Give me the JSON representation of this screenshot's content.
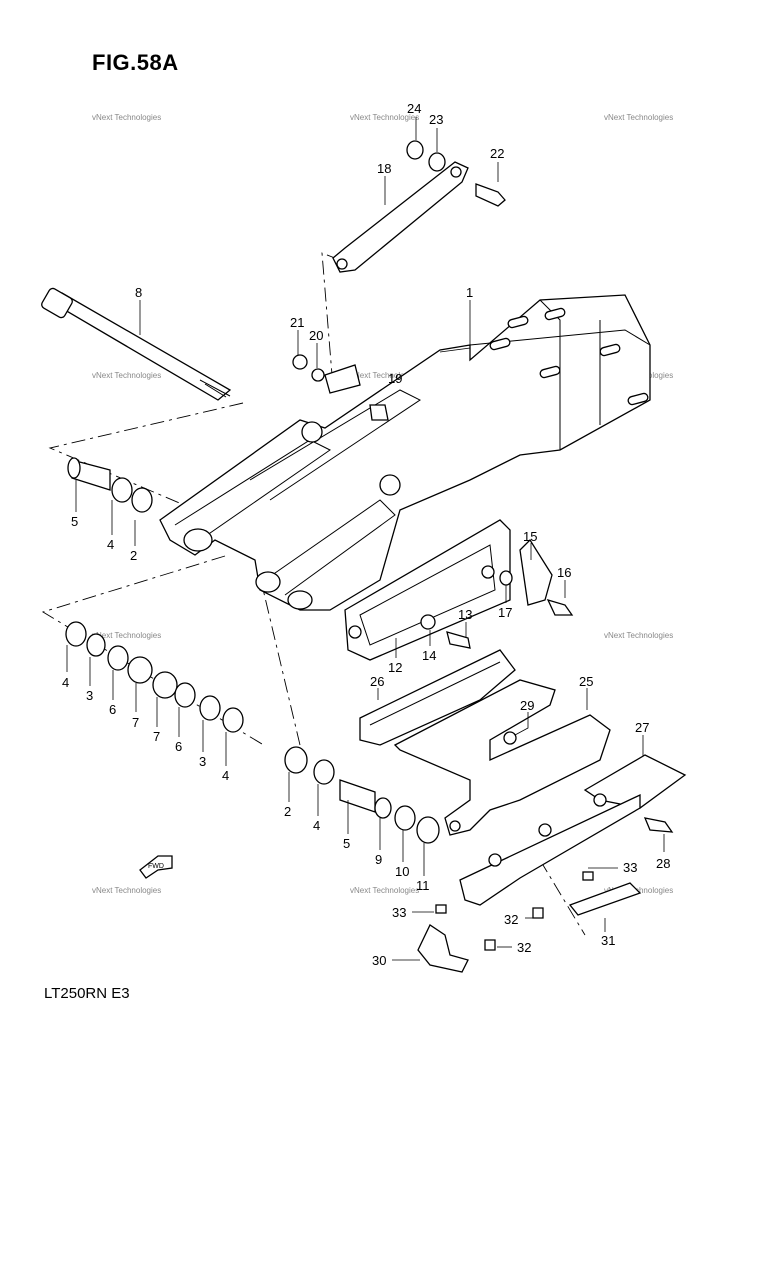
{
  "figure": {
    "title": "FIG.58A",
    "model": "LT250RN  E3",
    "watermark": "vNext Technologies",
    "fwd_label": "FWD"
  },
  "callouts": [
    {
      "id": "c24",
      "text": "24"
    },
    {
      "id": "c23",
      "text": "23"
    },
    {
      "id": "c22",
      "text": "22"
    },
    {
      "id": "c18",
      "text": "18"
    },
    {
      "id": "c8",
      "text": "8"
    },
    {
      "id": "c1",
      "text": "1"
    },
    {
      "id": "c21",
      "text": "21"
    },
    {
      "id": "c20",
      "text": "20"
    },
    {
      "id": "c19",
      "text": "19"
    },
    {
      "id": "c5a",
      "text": "5"
    },
    {
      "id": "c4a",
      "text": "4"
    },
    {
      "id": "c2a",
      "text": "2"
    },
    {
      "id": "c15",
      "text": "15"
    },
    {
      "id": "c16",
      "text": "16"
    },
    {
      "id": "c17",
      "text": "17"
    },
    {
      "id": "c13",
      "text": "13"
    },
    {
      "id": "c14",
      "text": "14"
    },
    {
      "id": "c12",
      "text": "12"
    },
    {
      "id": "c4b",
      "text": "4"
    },
    {
      "id": "c3a",
      "text": "3"
    },
    {
      "id": "c6a",
      "text": "6"
    },
    {
      "id": "c7a",
      "text": "7"
    },
    {
      "id": "c7b",
      "text": "7"
    },
    {
      "id": "c6b",
      "text": "6"
    },
    {
      "id": "c3b",
      "text": "3"
    },
    {
      "id": "c4c",
      "text": "4"
    },
    {
      "id": "c26",
      "text": "26"
    },
    {
      "id": "c25",
      "text": "25"
    },
    {
      "id": "c29",
      "text": "29"
    },
    {
      "id": "c27",
      "text": "27"
    },
    {
      "id": "c2b",
      "text": "2"
    },
    {
      "id": "c4d",
      "text": "4"
    },
    {
      "id": "c5b",
      "text": "5"
    },
    {
      "id": "c9",
      "text": "9"
    },
    {
      "id": "c10",
      "text": "10"
    },
    {
      "id": "c11",
      "text": "11"
    },
    {
      "id": "c28",
      "text": "28"
    },
    {
      "id": "c33a",
      "text": "33"
    },
    {
      "id": "c33b",
      "text": "33"
    },
    {
      "id": "c32a",
      "text": "32"
    },
    {
      "id": "c32b",
      "text": "32"
    },
    {
      "id": "c31",
      "text": "31"
    },
    {
      "id": "c30",
      "text": "30"
    }
  ]
}
